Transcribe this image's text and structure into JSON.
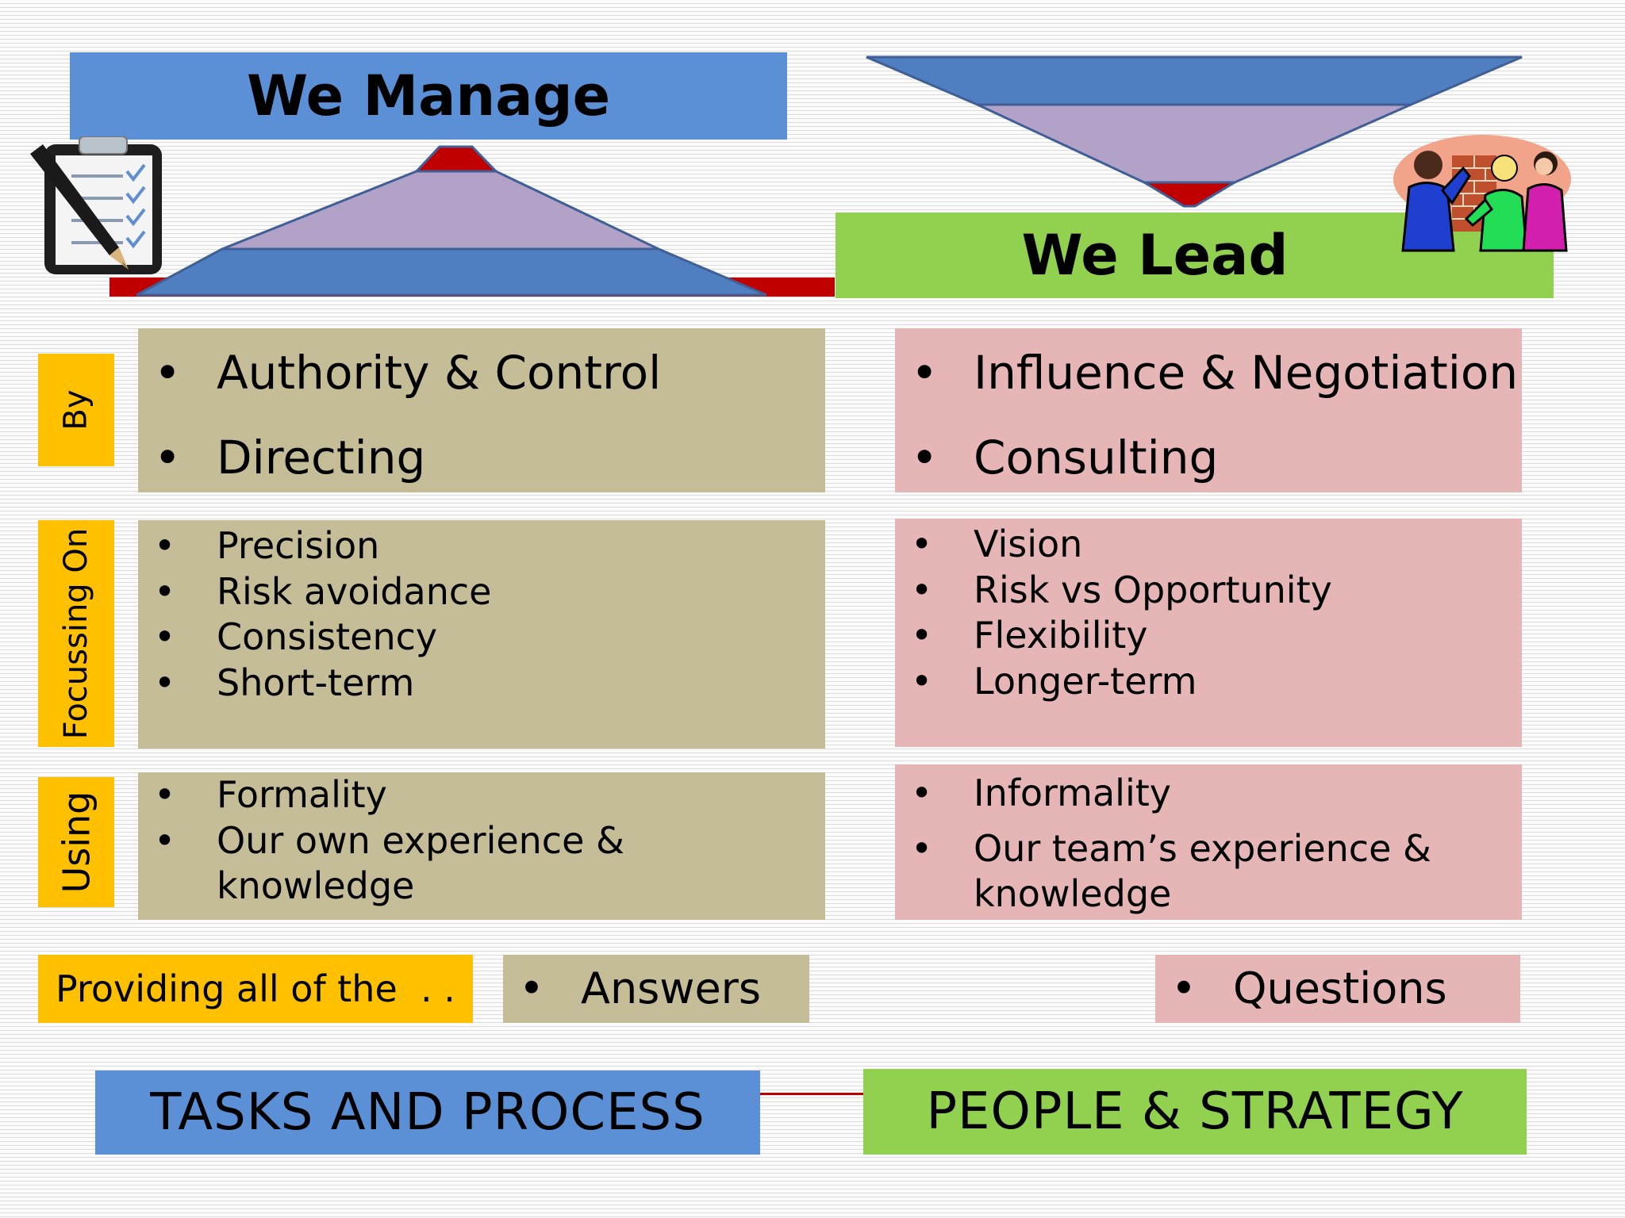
{
  "left_header": {
    "title": "We Manage"
  },
  "right_header": {
    "title": "We Lead"
  },
  "rows": [
    {
      "label": "By",
      "left_items": [
        "Authority & Control",
        "Directing"
      ],
      "right_items": [
        "Influence & Negotiation",
        "Consulting"
      ]
    },
    {
      "label": "Focussing On",
      "left_items": [
        "Precision",
        "Risk avoidance",
        "Consistency",
        "Short-term"
      ],
      "right_items": [
        "Vision",
        "Risk vs Opportunity",
        "Flexibility",
        "Longer-term"
      ]
    },
    {
      "label": "Using",
      "left_items": [
        "Formality",
        "Our own experience & knowledge"
      ],
      "right_items": [
        "Informality",
        "Our team’s experience & knowledge"
      ]
    }
  ],
  "providing": {
    "label": "Providing all of the  . .",
    "left_item": "Answers",
    "right_item": "Questions"
  },
  "footer": {
    "left": "TASKS AND PROCESS",
    "right": "PEOPLE & STRATEGY"
  },
  "colors": {
    "blue": "#5b8fd6",
    "green": "#92d050",
    "tan": "#c5bd98",
    "pink": "#e6b6b7",
    "gold": "#ffc000",
    "red": "#c00000",
    "lavender": "#b3a2c8"
  },
  "icons": [
    "clipboard-checklist-icon",
    "team-people-clipart-icon"
  ]
}
